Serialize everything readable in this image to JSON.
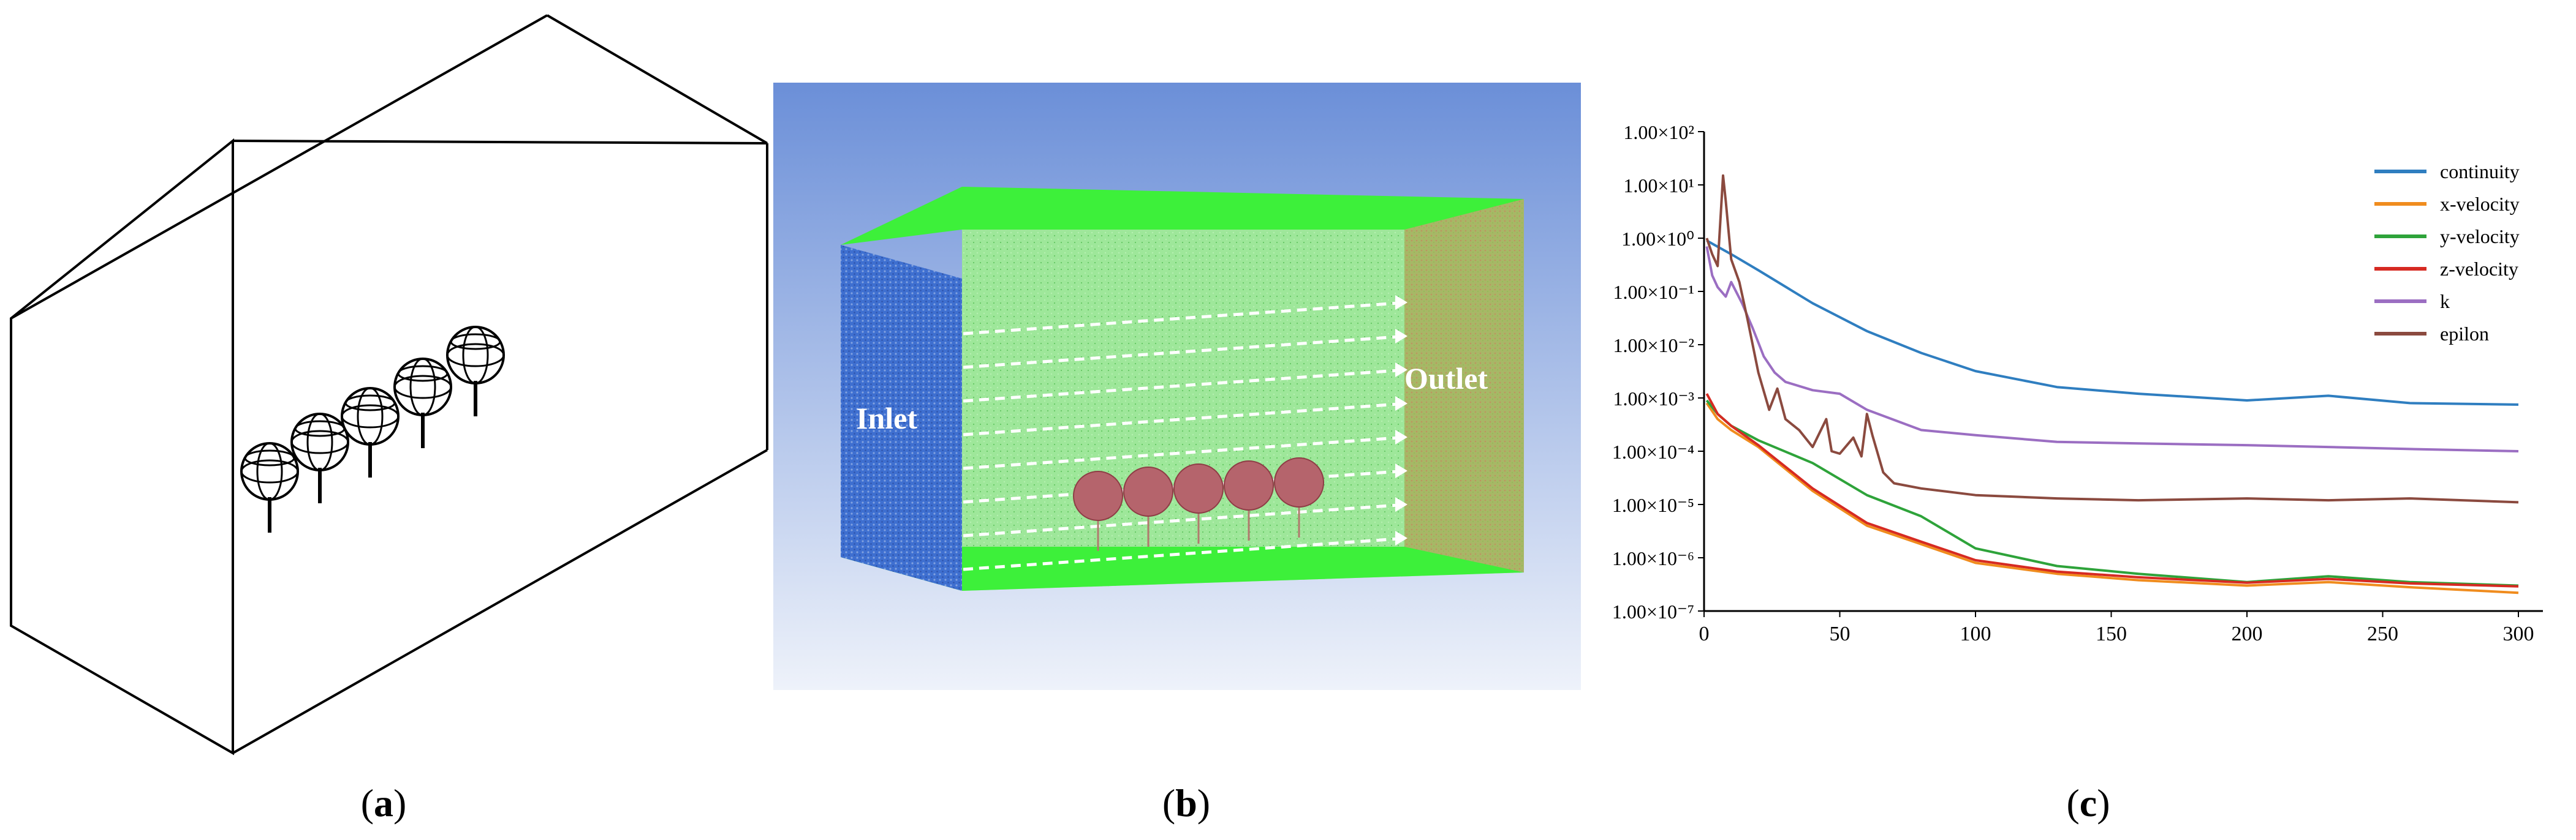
{
  "panel_a": {
    "caption_letter": "a"
  },
  "panel_b": {
    "caption_letter": "b",
    "inlet_label": "Inlet",
    "outlet_label": "Outlet",
    "colors": {
      "sky_top": "#6b8fd8",
      "sky_bottom": "#eef2fa",
      "domain_green": "#3df03a",
      "inlet_blue": "#3e6fd0",
      "outlet_olive": "#a7b766",
      "tree_red": "#b5646c"
    }
  },
  "panel_c": {
    "caption_letter": "c"
  },
  "chart_data": {
    "type": "line",
    "y_scale": "log",
    "xlim": [
      0,
      300
    ],
    "ylim": [
      1e-07,
      100
    ],
    "x_ticks": [
      "0",
      "50",
      "100",
      "150",
      "200",
      "250",
      "300"
    ],
    "y_ticks": [
      "1.00×10⁻⁷",
      "1.00×10⁻⁶",
      "1.00×10⁻⁵",
      "1.00×10⁻⁴",
      "1.00×10⁻³",
      "1.00×10⁻²",
      "1.00×10⁻¹",
      "1.00×10⁰",
      "1.00×10¹",
      "1.00×10²"
    ],
    "legend_position": "top-right",
    "series": [
      {
        "name": "continuity",
        "color": "#2f7ec0",
        "x": [
          1,
          10,
          20,
          40,
          60,
          80,
          100,
          130,
          160,
          200,
          230,
          260,
          300
        ],
        "y": [
          0.9,
          0.5,
          0.25,
          0.06,
          0.018,
          0.007,
          0.0032,
          0.0016,
          0.0012,
          0.0009,
          0.0011,
          0.0008,
          0.00075
        ]
      },
      {
        "name": "x-velocity",
        "color": "#f08c1e",
        "x": [
          1,
          5,
          10,
          20,
          40,
          60,
          80,
          100,
          130,
          160,
          200,
          230,
          260,
          300
        ],
        "y": [
          0.0008,
          0.0004,
          0.00025,
          0.00012,
          1.8e-05,
          4e-06,
          1.8e-06,
          8e-07,
          5e-07,
          3.8e-07,
          3e-07,
          3.5e-07,
          2.8e-07,
          2.2e-07
        ]
      },
      {
        "name": "y-velocity",
        "color": "#2ea33a",
        "x": [
          1,
          5,
          10,
          20,
          40,
          60,
          80,
          100,
          130,
          160,
          200,
          230,
          260,
          300
        ],
        "y": [
          0.0009,
          0.0005,
          0.0003,
          0.00016,
          6e-05,
          1.5e-05,
          6e-06,
          1.5e-06,
          7e-07,
          5e-07,
          3.5e-07,
          4.5e-07,
          3.5e-07,
          3e-07
        ]
      },
      {
        "name": "z-velocity",
        "color": "#d62a22",
        "x": [
          1,
          5,
          10,
          20,
          40,
          60,
          80,
          100,
          130,
          160,
          200,
          230,
          260,
          300
        ],
        "y": [
          0.0012,
          0.0005,
          0.0003,
          0.00013,
          2e-05,
          4.5e-06,
          2e-06,
          9e-07,
          5.5e-07,
          4.3e-07,
          3.4e-07,
          4e-07,
          3.3e-07,
          2.9e-07
        ]
      },
      {
        "name": "k",
        "color": "#9b6ec2",
        "x": [
          1,
          3,
          5,
          8,
          10,
          14,
          18,
          22,
          26,
          30,
          40,
          50,
          60,
          80,
          100,
          130,
          160,
          200,
          230,
          260,
          300
        ],
        "y": [
          0.7,
          0.2,
          0.12,
          0.08,
          0.15,
          0.06,
          0.02,
          0.006,
          0.003,
          0.002,
          0.0014,
          0.0012,
          0.0006,
          0.00025,
          0.0002,
          0.00015,
          0.00014,
          0.00013,
          0.00012,
          0.00011,
          0.0001
        ]
      },
      {
        "name": "epilon",
        "color": "#8b4a3f",
        "x": [
          1,
          3,
          5,
          7,
          8,
          10,
          13,
          16,
          20,
          24,
          27,
          30,
          35,
          40,
          45,
          47,
          50,
          55,
          58,
          60,
          62,
          66,
          70,
          80,
          100,
          130,
          160,
          200,
          230,
          260,
          300
        ],
        "y": [
          1.0,
          0.5,
          0.3,
          15,
          5,
          0.4,
          0.15,
          0.03,
          0.003,
          0.0006,
          0.0015,
          0.0004,
          0.00025,
          0.00012,
          0.0004,
          0.0001,
          9e-05,
          0.00018,
          8e-05,
          0.0005,
          0.0002,
          4e-05,
          2.5e-05,
          2e-05,
          1.5e-05,
          1.3e-05,
          1.2e-05,
          1.3e-05,
          1.2e-05,
          1.3e-05,
          1.1e-05
        ]
      }
    ]
  }
}
